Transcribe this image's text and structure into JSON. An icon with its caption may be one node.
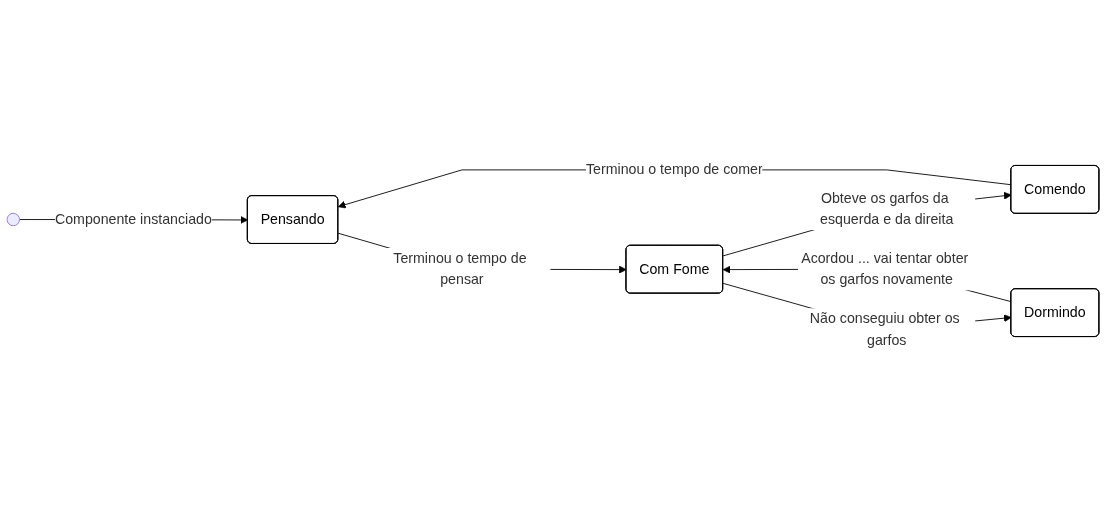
{
  "diagram": {
    "nodes": [
      {
        "text": [],
        "shape": "circle"
      },
      {
        "text": [
          "Pensando"
        ]
      },
      {
        "text": [
          "Comendo"
        ]
      },
      {
        "text": [
          "Com Fome"
        ]
      },
      {
        "text": [
          "Dormindo"
        ]
      }
    ],
    "edges": [
      {
        "from": 0,
        "to": 1,
        "arrow": "to",
        "label": "Componente instanciado"
      },
      {
        "from": 2,
        "to": 1,
        "arrow": "to",
        "label": "Terminou o tempo de comer"
      },
      {
        "from": 1,
        "to": 3,
        "arrow": "to",
        "label": "Terminou o tempo de pensar"
      },
      {
        "from": 3,
        "to": 2,
        "arrow": "to",
        "label": "Obteve os garfos da esquerda e da direita"
      },
      {
        "from": 3,
        "to": 4,
        "arrow": "to",
        "label": "Não conseguiu obter os garfos"
      },
      {
        "from": 4,
        "to": 3,
        "arrow": "to",
        "label": "Acordou ... vai tentar obter os garfos novamente"
      }
    ]
  }
}
